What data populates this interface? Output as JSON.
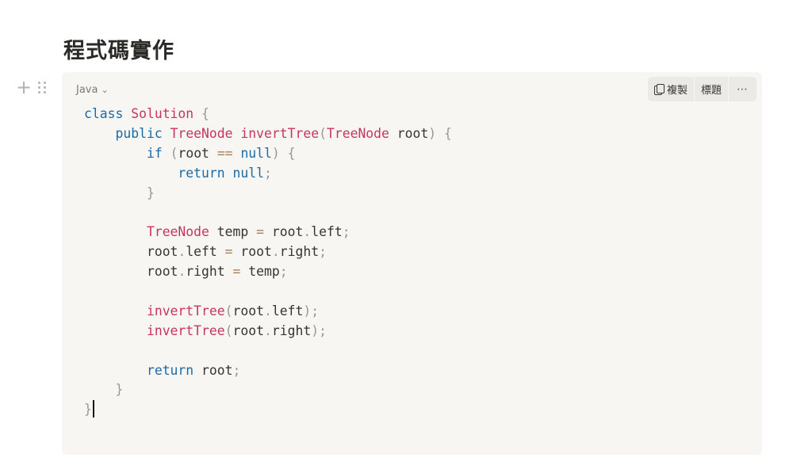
{
  "page": {
    "heading": "程式碼實作"
  },
  "code_block": {
    "language": "Java",
    "toolbar": {
      "copy_label": "複製",
      "caption_label": "標題",
      "more_label": "⋯"
    },
    "lines": [
      "class Solution {",
      "    public TreeNode invertTree(TreeNode root) {",
      "        if (root == null) {",
      "            return null;",
      "        }",
      "",
      "        TreeNode temp = root.left;",
      "        root.left = root.right;",
      "        root.right = temp;",
      "",
      "        invertTree(root.left);",
      "        invertTree(root.right);",
      "",
      "        return root;",
      "    }",
      "}"
    ],
    "colors": {
      "keyword": "#1b6aa5",
      "type": "#c7355e",
      "operator": "#a67f59",
      "punctuation": "#9a9893",
      "background": "#f7f6f3"
    }
  }
}
